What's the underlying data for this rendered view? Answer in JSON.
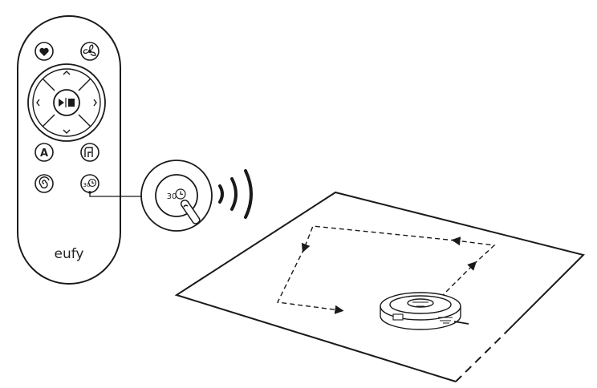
{
  "remote": {
    "brand": "eufy",
    "buttons": [
      {
        "name": "spot-clean-button",
        "icon": "heart-icon"
      },
      {
        "name": "suction-button",
        "icon": "fan-icon"
      },
      {
        "name": "auto-clean-button",
        "label": "A"
      },
      {
        "name": "return-home-button",
        "icon": "dock-icon"
      },
      {
        "name": "edge-clean-button",
        "icon": "spiral-icon"
      },
      {
        "name": "timer-30-button",
        "label": "30"
      }
    ],
    "dpad": {
      "center_icon": "play-pause-icon"
    }
  },
  "zoom": {
    "label": "30"
  },
  "colors": {
    "ink": "#1a1a1a",
    "paper": "#ffffff"
  }
}
